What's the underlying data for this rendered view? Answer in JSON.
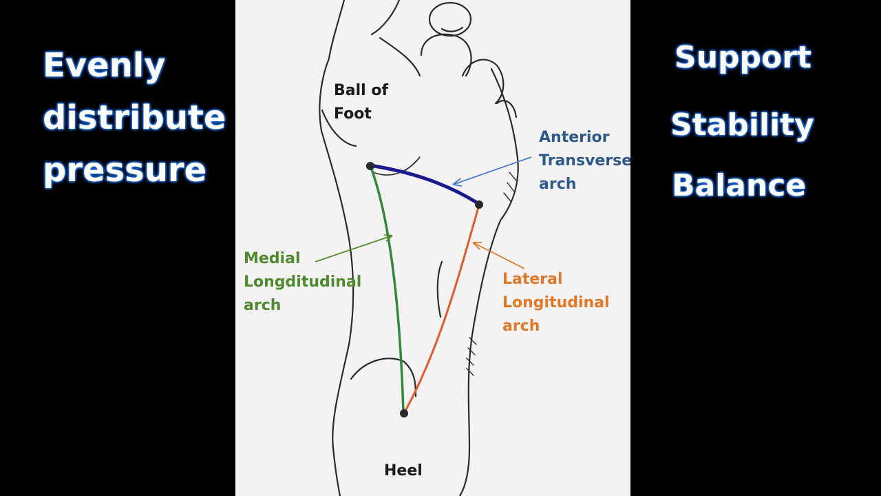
{
  "left_text": [
    "Evenly",
    "distribute",
    "pressure"
  ],
  "right_text": [
    "Support",
    "Stability",
    "Balance"
  ],
  "labels": {
    "ball_of_foot": [
      "Ball of",
      "Foot"
    ],
    "anterior": [
      "Anterior",
      "Transverse",
      "arch"
    ],
    "medial": [
      "Medial",
      "Longditudinal",
      "arch"
    ],
    "lateral": [
      "Lateral",
      "Longitudinal",
      "arch"
    ],
    "heel": "Heel"
  },
  "colors": {
    "background": "#000000",
    "side_text": "#ffffff",
    "side_text_glow": "#1f6fe0",
    "panel": "#f5f2f3",
    "outline": "#2a2a2a",
    "anterior_arch": "#1a1a8c",
    "anterior_label": "#2d5a8a",
    "medial_arch": "#2e8b3a",
    "medial_label": "#4f8a2e",
    "lateral_arch": "#e05a2a",
    "lateral_label": "#e0782a"
  }
}
